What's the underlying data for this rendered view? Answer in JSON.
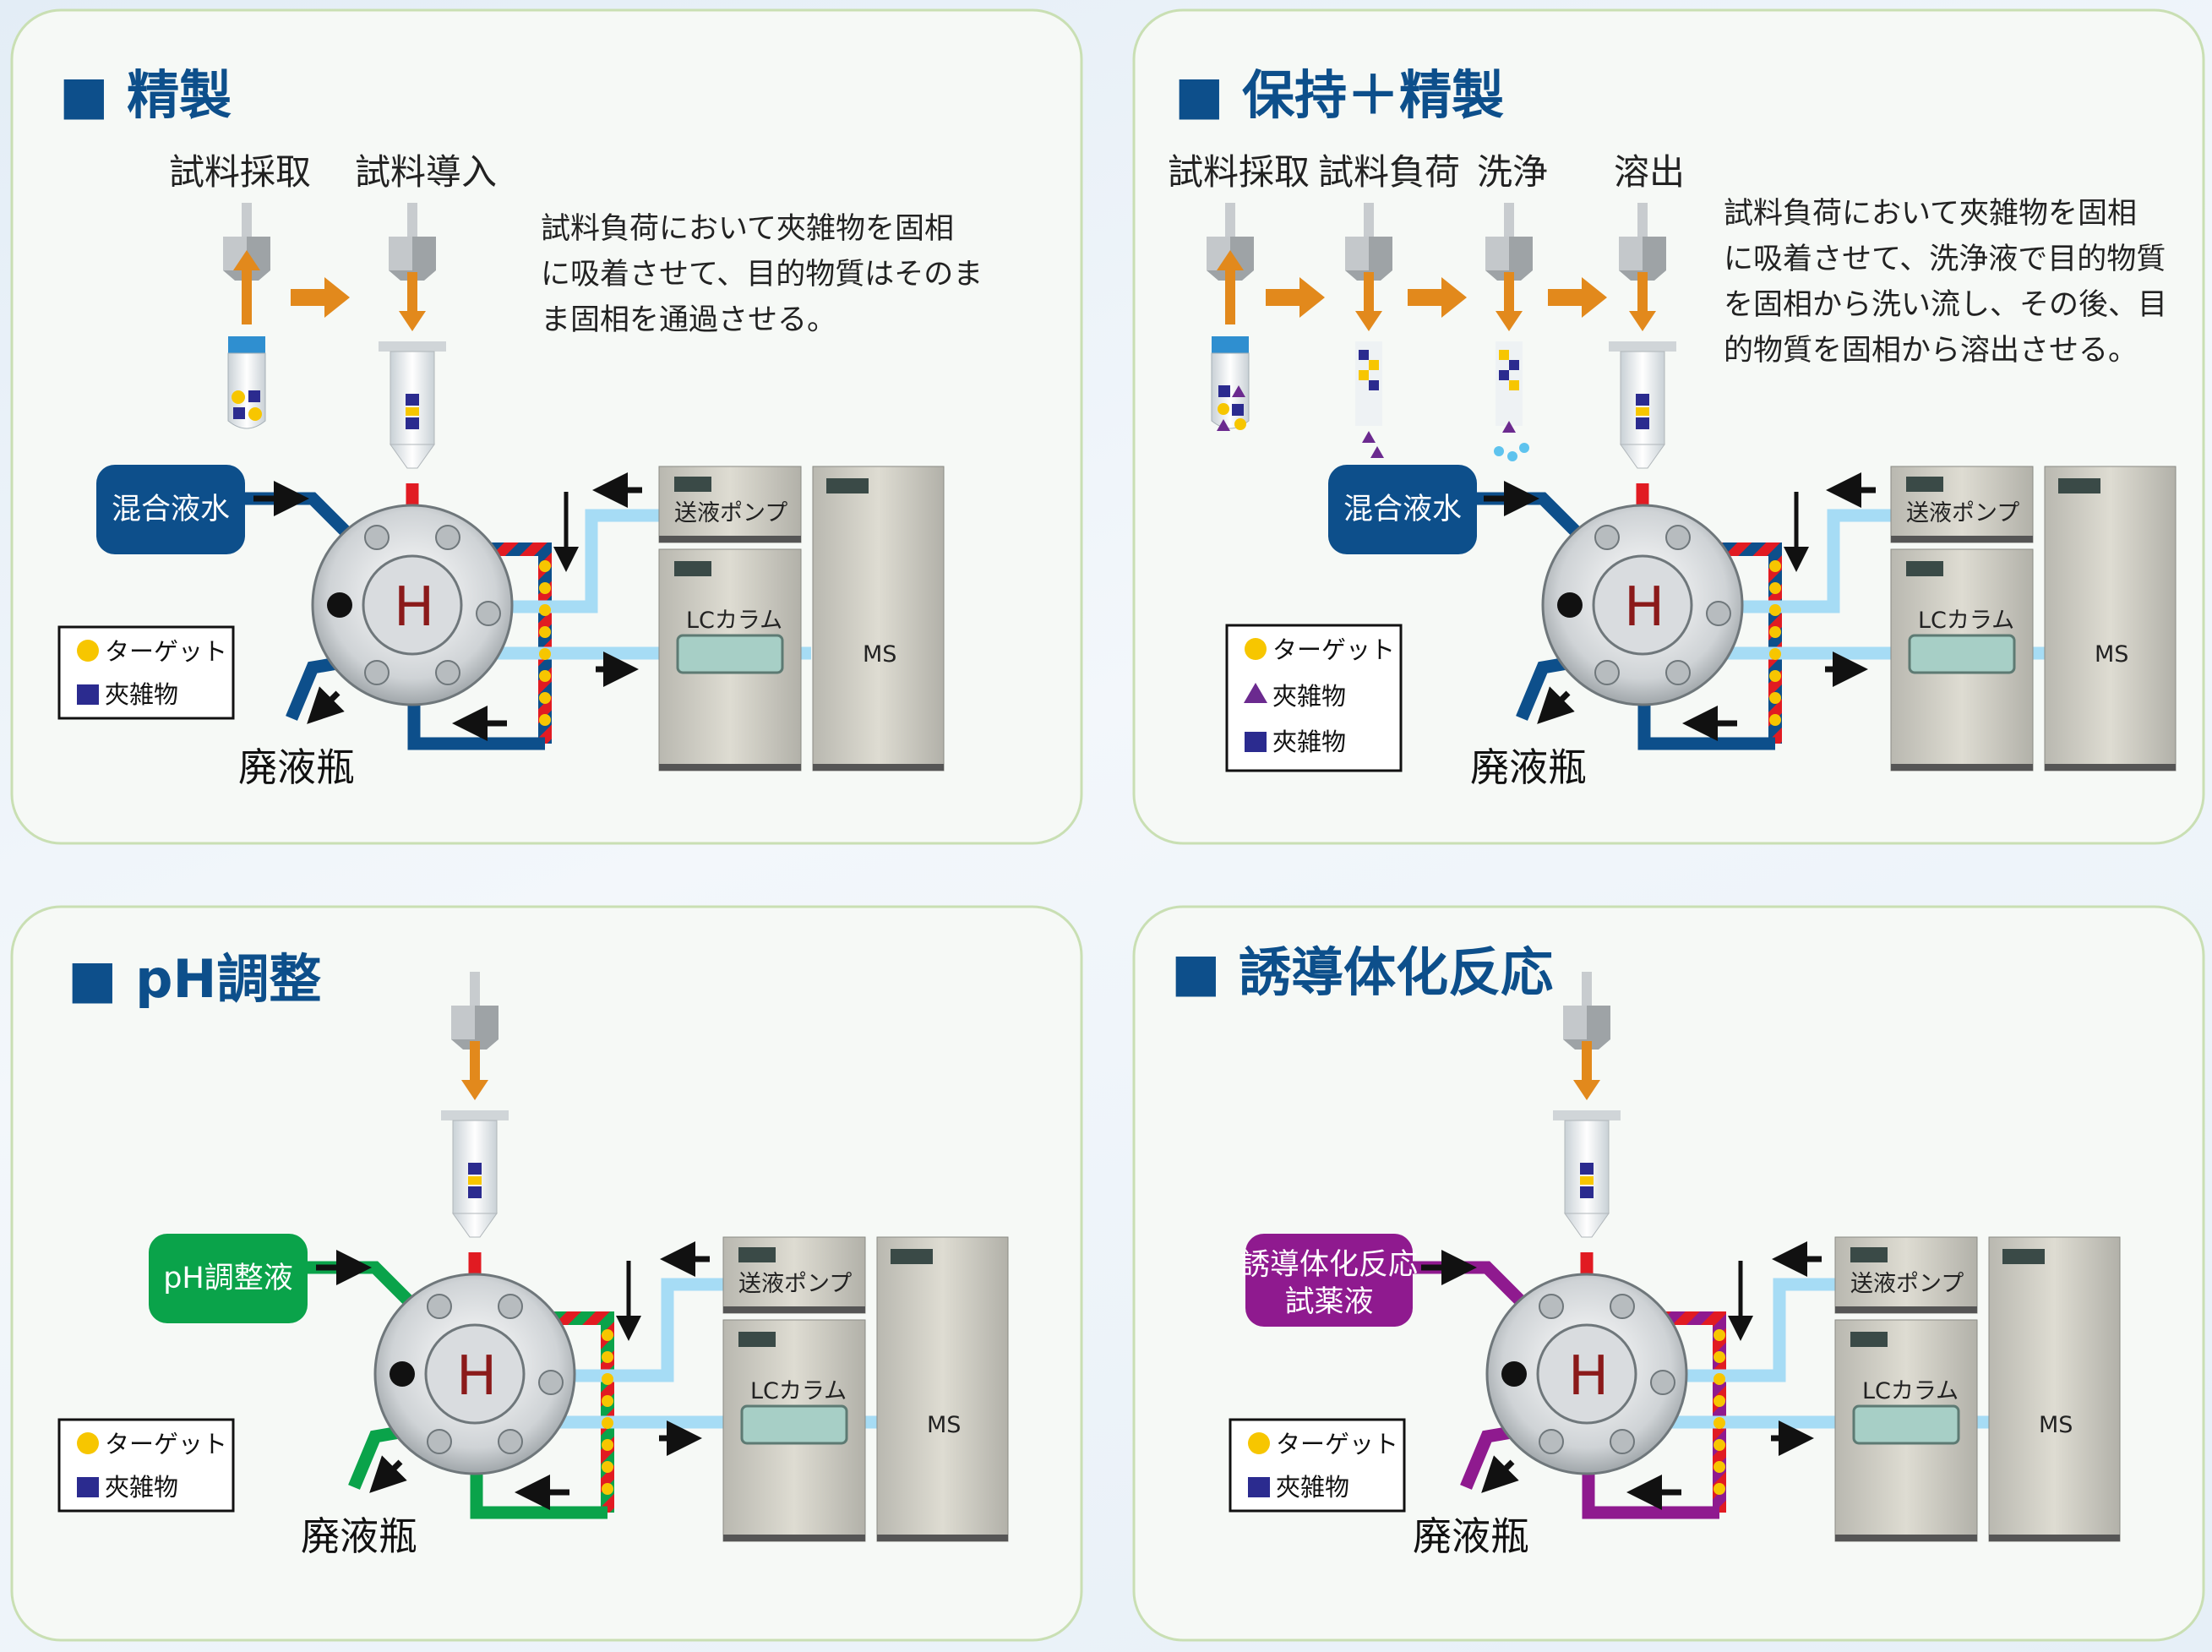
{
  "colors": {
    "title": "#0d4f8b",
    "blue_line": "#0d4f8b",
    "green_line": "#0aa34a",
    "purple_line": "#8f1a8f",
    "light_blue_line": "#a6dcf5",
    "red_line": "#e11b22",
    "orange_arrow": "#e2891c",
    "target_yellow": "#f7c600",
    "impurity_navy": "#2b2b8f",
    "impurity_purple": "#6b2a8f"
  },
  "panels": [
    {
      "title": "■ 精製",
      "steps": [
        "試料採取",
        "試料導入"
      ],
      "description": [
        "試料負荷において夾雑物を固相",
        "に吸着させて、目的物質はそのま",
        "ま固相を通過させる。"
      ],
      "reagent_label": [
        "混合液水"
      ],
      "legend": [
        "ターゲット",
        "夾雑物"
      ],
      "waste": "廃液瓶",
      "pump": "送液ポンプ",
      "column": "LCカラム",
      "ms": "MS",
      "valve": "H"
    },
    {
      "title": "■ 保持＋精製",
      "steps": [
        "試料採取",
        "試料負荷",
        "洗浄",
        "溶出"
      ],
      "description": [
        "試料負荷において夾雑物を固相",
        "に吸着させて、洗浄液で目的物質",
        "を固相から洗い流し、その後、目",
        "的物質を固相から溶出させる。"
      ],
      "reagent_label": [
        "混合液水"
      ],
      "legend": [
        "ターゲット",
        "夾雑物",
        "夾雑物"
      ],
      "waste": "廃液瓶",
      "pump": "送液ポンプ",
      "column": "LCカラム",
      "ms": "MS",
      "valve": "H"
    },
    {
      "title": "■ pH調整",
      "steps": [],
      "description": [],
      "reagent_label": [
        "pH調整液"
      ],
      "legend": [
        "ターゲット",
        "夾雑物"
      ],
      "waste": "廃液瓶",
      "pump": "送液ポンプ",
      "column": "LCカラム",
      "ms": "MS",
      "valve": "H"
    },
    {
      "title": "■ 誘導体化反応",
      "steps": [],
      "description": [],
      "reagent_label": [
        "誘導体化反応",
        "試薬液"
      ],
      "legend": [
        "ターゲット",
        "夾雑物"
      ],
      "waste": "廃液瓶",
      "pump": "送液ポンプ",
      "column": "LCカラム",
      "ms": "MS",
      "valve": "H"
    }
  ]
}
